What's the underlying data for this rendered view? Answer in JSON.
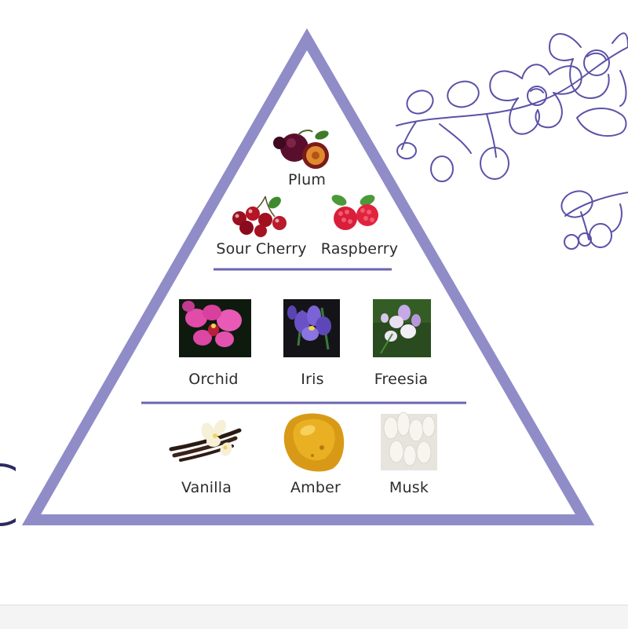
{
  "pyramid": {
    "top_notes": {
      "items": [
        {
          "label": "Plum",
          "icon": "plum-icon"
        },
        {
          "label": "Sour Cherry",
          "icon": "sour-cherry-icon"
        },
        {
          "label": "Raspberry",
          "icon": "raspberry-icon"
        }
      ]
    },
    "heart_notes": {
      "items": [
        {
          "label": "Orchid",
          "icon": "orchid-photo"
        },
        {
          "label": "Iris",
          "icon": "iris-photo"
        },
        {
          "label": "Freesia",
          "icon": "freesia-photo"
        }
      ]
    },
    "base_notes": {
      "items": [
        {
          "label": "Vanilla",
          "icon": "vanilla-icon"
        },
        {
          "label": "Amber",
          "icon": "amber-icon"
        },
        {
          "label": "Musk",
          "icon": "musk-icon"
        }
      ]
    }
  },
  "colors": {
    "pyramid_outline": "#8f8cc8",
    "divider": "#6b66b0",
    "floral_line": "#5b52a8",
    "label_text": "#2c2c2c"
  }
}
